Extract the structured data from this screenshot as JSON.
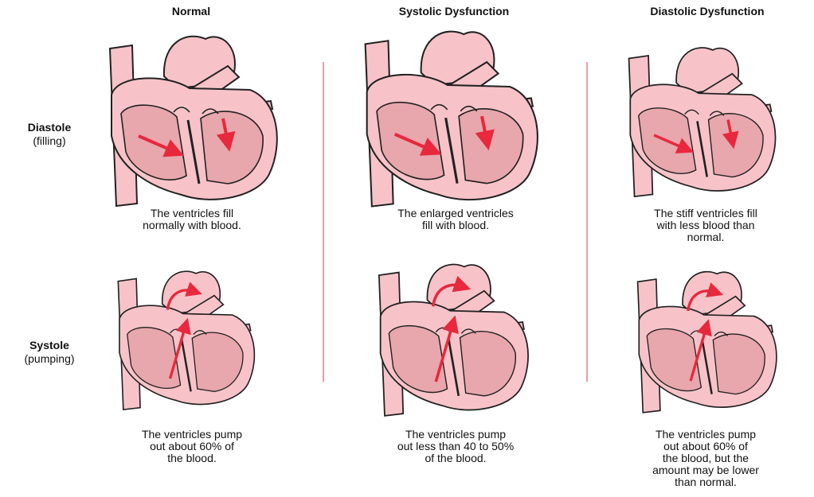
{
  "columns": [
    "Normal",
    "Systolic Dysfunction",
    "Diastolic Dysfunction"
  ],
  "rows": [
    {
      "title": "Diastole",
      "subtitle": "(filling)"
    },
    {
      "title": "Systole",
      "subtitle": "(pumping)"
    }
  ],
  "captions": {
    "normal_diastole": "The ventricles fill\nnormally with blood.",
    "systolic_diastole": "The enlarged ventricles\nfill with blood.",
    "diastolic_diastole": "The stiff ventricles fill\nwith less blood than\nnormal.",
    "normal_systole": "The ventricles pump\nout about 60% of\nthe blood.",
    "systolic_systole": "The ventricles pump\nout less than 40 to 50%\nof the blood.",
    "diastolic_systole": "The ventricles pump\nout about 60% of\nthe blood, but the\namount may be lower\nthan normal."
  },
  "colors": {
    "heart_outer": "#f7c3c8",
    "heart_chamber": "#e8a6ad",
    "outline": "#222222",
    "arrow": "#e8283c",
    "divider": "#e4a0a6"
  }
}
